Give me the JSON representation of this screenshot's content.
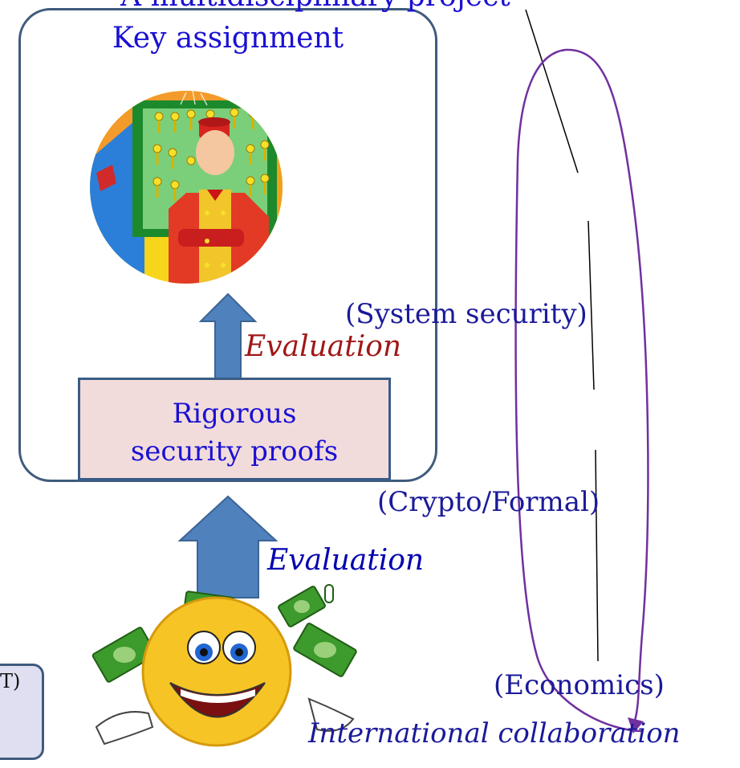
{
  "top_cut_text": "A multidisciplinary project",
  "key_assignment": {
    "title": "Key assignment"
  },
  "proofs": {
    "line1": "Rigorous",
    "line2": "security proofs"
  },
  "evaluation_upper": "Evaluation",
  "evaluation_lower": "Evaluation",
  "notes": {
    "system_security": "(System security)",
    "crypto_formal": "(Crypto/Formal)",
    "economics": "(Economics)"
  },
  "international": "International collaboration",
  "side_box_label": "T)",
  "colors": {
    "frame": "#3f5b7c",
    "arrow": "#4f81bd",
    "title_text": "#1a10d4",
    "evaluation_red": "#a01818",
    "loop": "#7030a0"
  }
}
